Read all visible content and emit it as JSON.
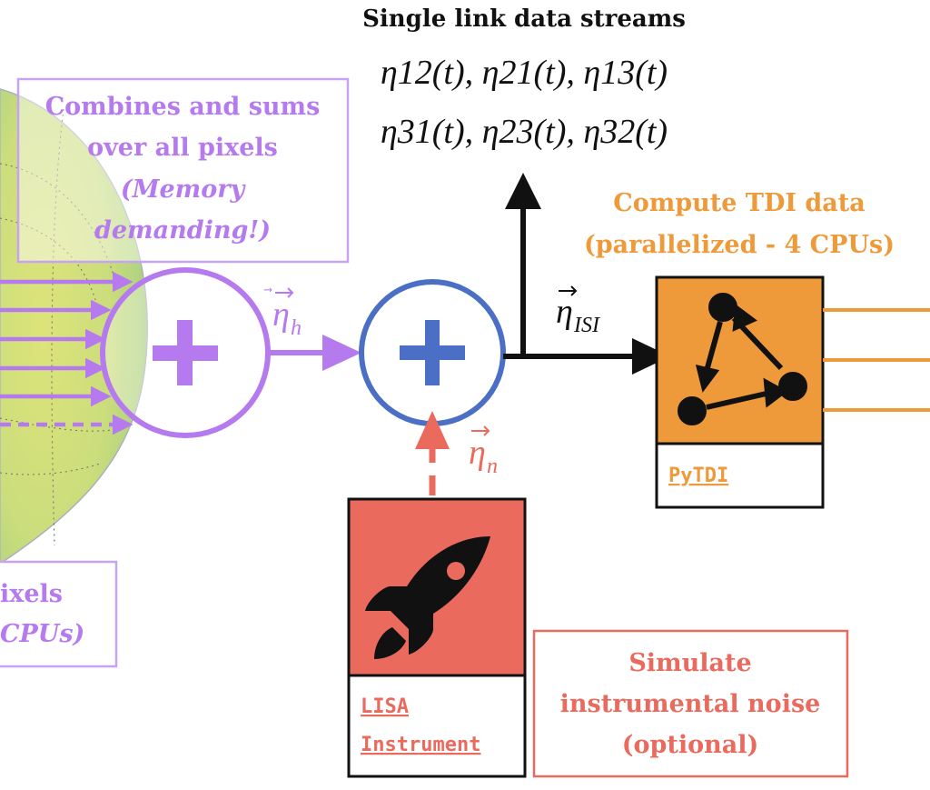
{
  "colors": {
    "purple": "#b57bee",
    "purple_light": "#c8a2f3",
    "blue": "#4a6fc4",
    "black": "#111111",
    "orange": "#ee9a3a",
    "red": "#ea6a5d",
    "sphere_green": "#b9d56a",
    "sphere_yellow": "#e2e36a"
  },
  "header": {
    "title": "Single link data streams",
    "eta_row1": "η12(t), η21(t), η13(t)",
    "eta_row2": "η31(t), η23(t), η32(t)"
  },
  "combine_box": {
    "line1": "Combines and sums",
    "line2": "over all pixels",
    "line3": "(Memory",
    "line4": "demanding!)"
  },
  "pixels_box": {
    "line1": "ixels",
    "line2": "CPUs)"
  },
  "signals": {
    "eta_h": "η",
    "eta_h_sub": "h",
    "eta_n": "η",
    "eta_n_sub": "n",
    "eta_isi": "η",
    "eta_isi_sub": "ISI"
  },
  "tdi": {
    "title_line1": "Compute TDI data",
    "title_line2": "(parallelized - 4 CPUs)",
    "link_label": "PyTDI",
    "icon": "triangle-graph-icon"
  },
  "instrument": {
    "link_line1": "LISA",
    "link_line2": "Instrument",
    "icon": "rocket-icon"
  },
  "noise_box": {
    "line1": "Simulate",
    "line2": "instrumental noise",
    "line3": "(optional)"
  }
}
